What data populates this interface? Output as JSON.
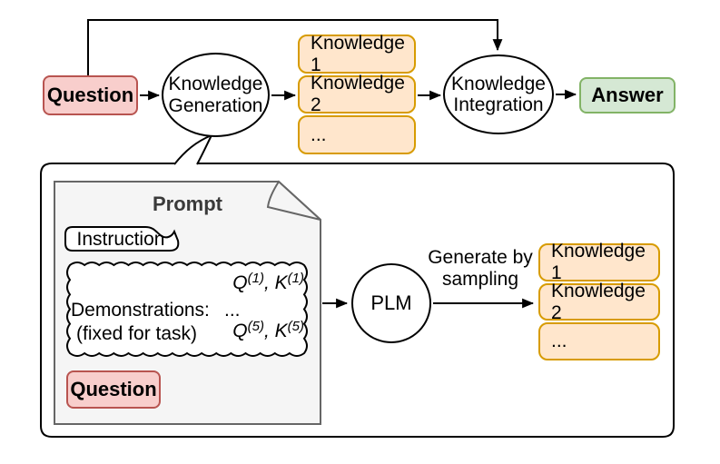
{
  "figure": {
    "top_flow": {
      "question_label": "Question",
      "generation_label": "Knowledge Generation",
      "knowledge_stack": [
        "Knowledge 1",
        "Knowledge 2",
        "..."
      ],
      "integration_label": "Knowledge Integration",
      "answer_label": "Answer"
    },
    "callout": {
      "prompt_title": "Prompt",
      "instruction_label": "Instruction",
      "demonstrations": {
        "pair_first": {
          "q": "Q",
          "q_sup": "(1)",
          "comma": ", ",
          "k": "K",
          "k_sup": "(1)"
        },
        "label": "Demonstrations:",
        "ellipsis": "...",
        "fixed_note": "(fixed for task)",
        "pair_last": {
          "q": "Q",
          "q_sup": "(5)",
          "comma": ", ",
          "k": "K",
          "k_sup": "(5)"
        }
      },
      "question_label": "Question",
      "plm_label": "PLM",
      "generate_caption": "Generate by sampling",
      "knowledge_stack": [
        "Knowledge 1",
        "Knowledge 2",
        "..."
      ]
    },
    "colors": {
      "question_fill": "#f8cecc",
      "question_border": "#b85450",
      "knowledge_fill": "#ffe6cc",
      "knowledge_border": "#d79b00",
      "answer_fill": "#d5e8d4",
      "answer_border": "#82b366",
      "prompt_fill": "#f5f5f5",
      "prompt_border": "#666666",
      "stroke": "#000000"
    }
  }
}
